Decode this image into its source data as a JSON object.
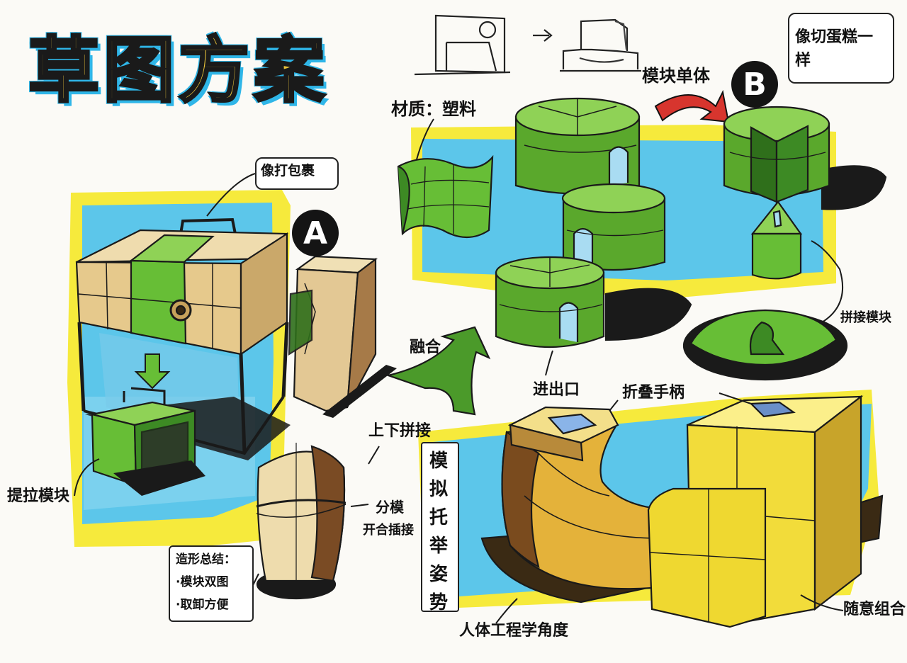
{
  "title": "草图方案",
  "labels": {
    "circle_a": "A",
    "circle_b": "B",
    "like_package": "像打包裹",
    "material": "材质：塑料",
    "module_assembly": "模块单体",
    "like_cake": "像切蛋糕一样",
    "pull_module": "提拉模块",
    "stack_module": "拼接模块",
    "fusion": "融合",
    "entrance": "进出口",
    "folding_handle": "折叠手柄",
    "up_down_stack": "上下拼接",
    "split_open": "分模",
    "open_close": "开合插接",
    "shape_summary": [
      "造形总结：",
      "·模块双图",
      "·取卸方便"
    ],
    "simulate_riding": [
      "模",
      "拟",
      "托",
      "举",
      "姿",
      "势"
    ],
    "ergonomics": "人体工程学角度",
    "free_combination": "随意组合"
  },
  "colors": {
    "cyan": "#36b7e6",
    "yellow": "#f5e23a",
    "green": "#6fc23a",
    "dark_green": "#2f6f1b",
    "wood": "#e7cf95",
    "black": "#141414",
    "pink_highlight": "#e8507a"
  }
}
